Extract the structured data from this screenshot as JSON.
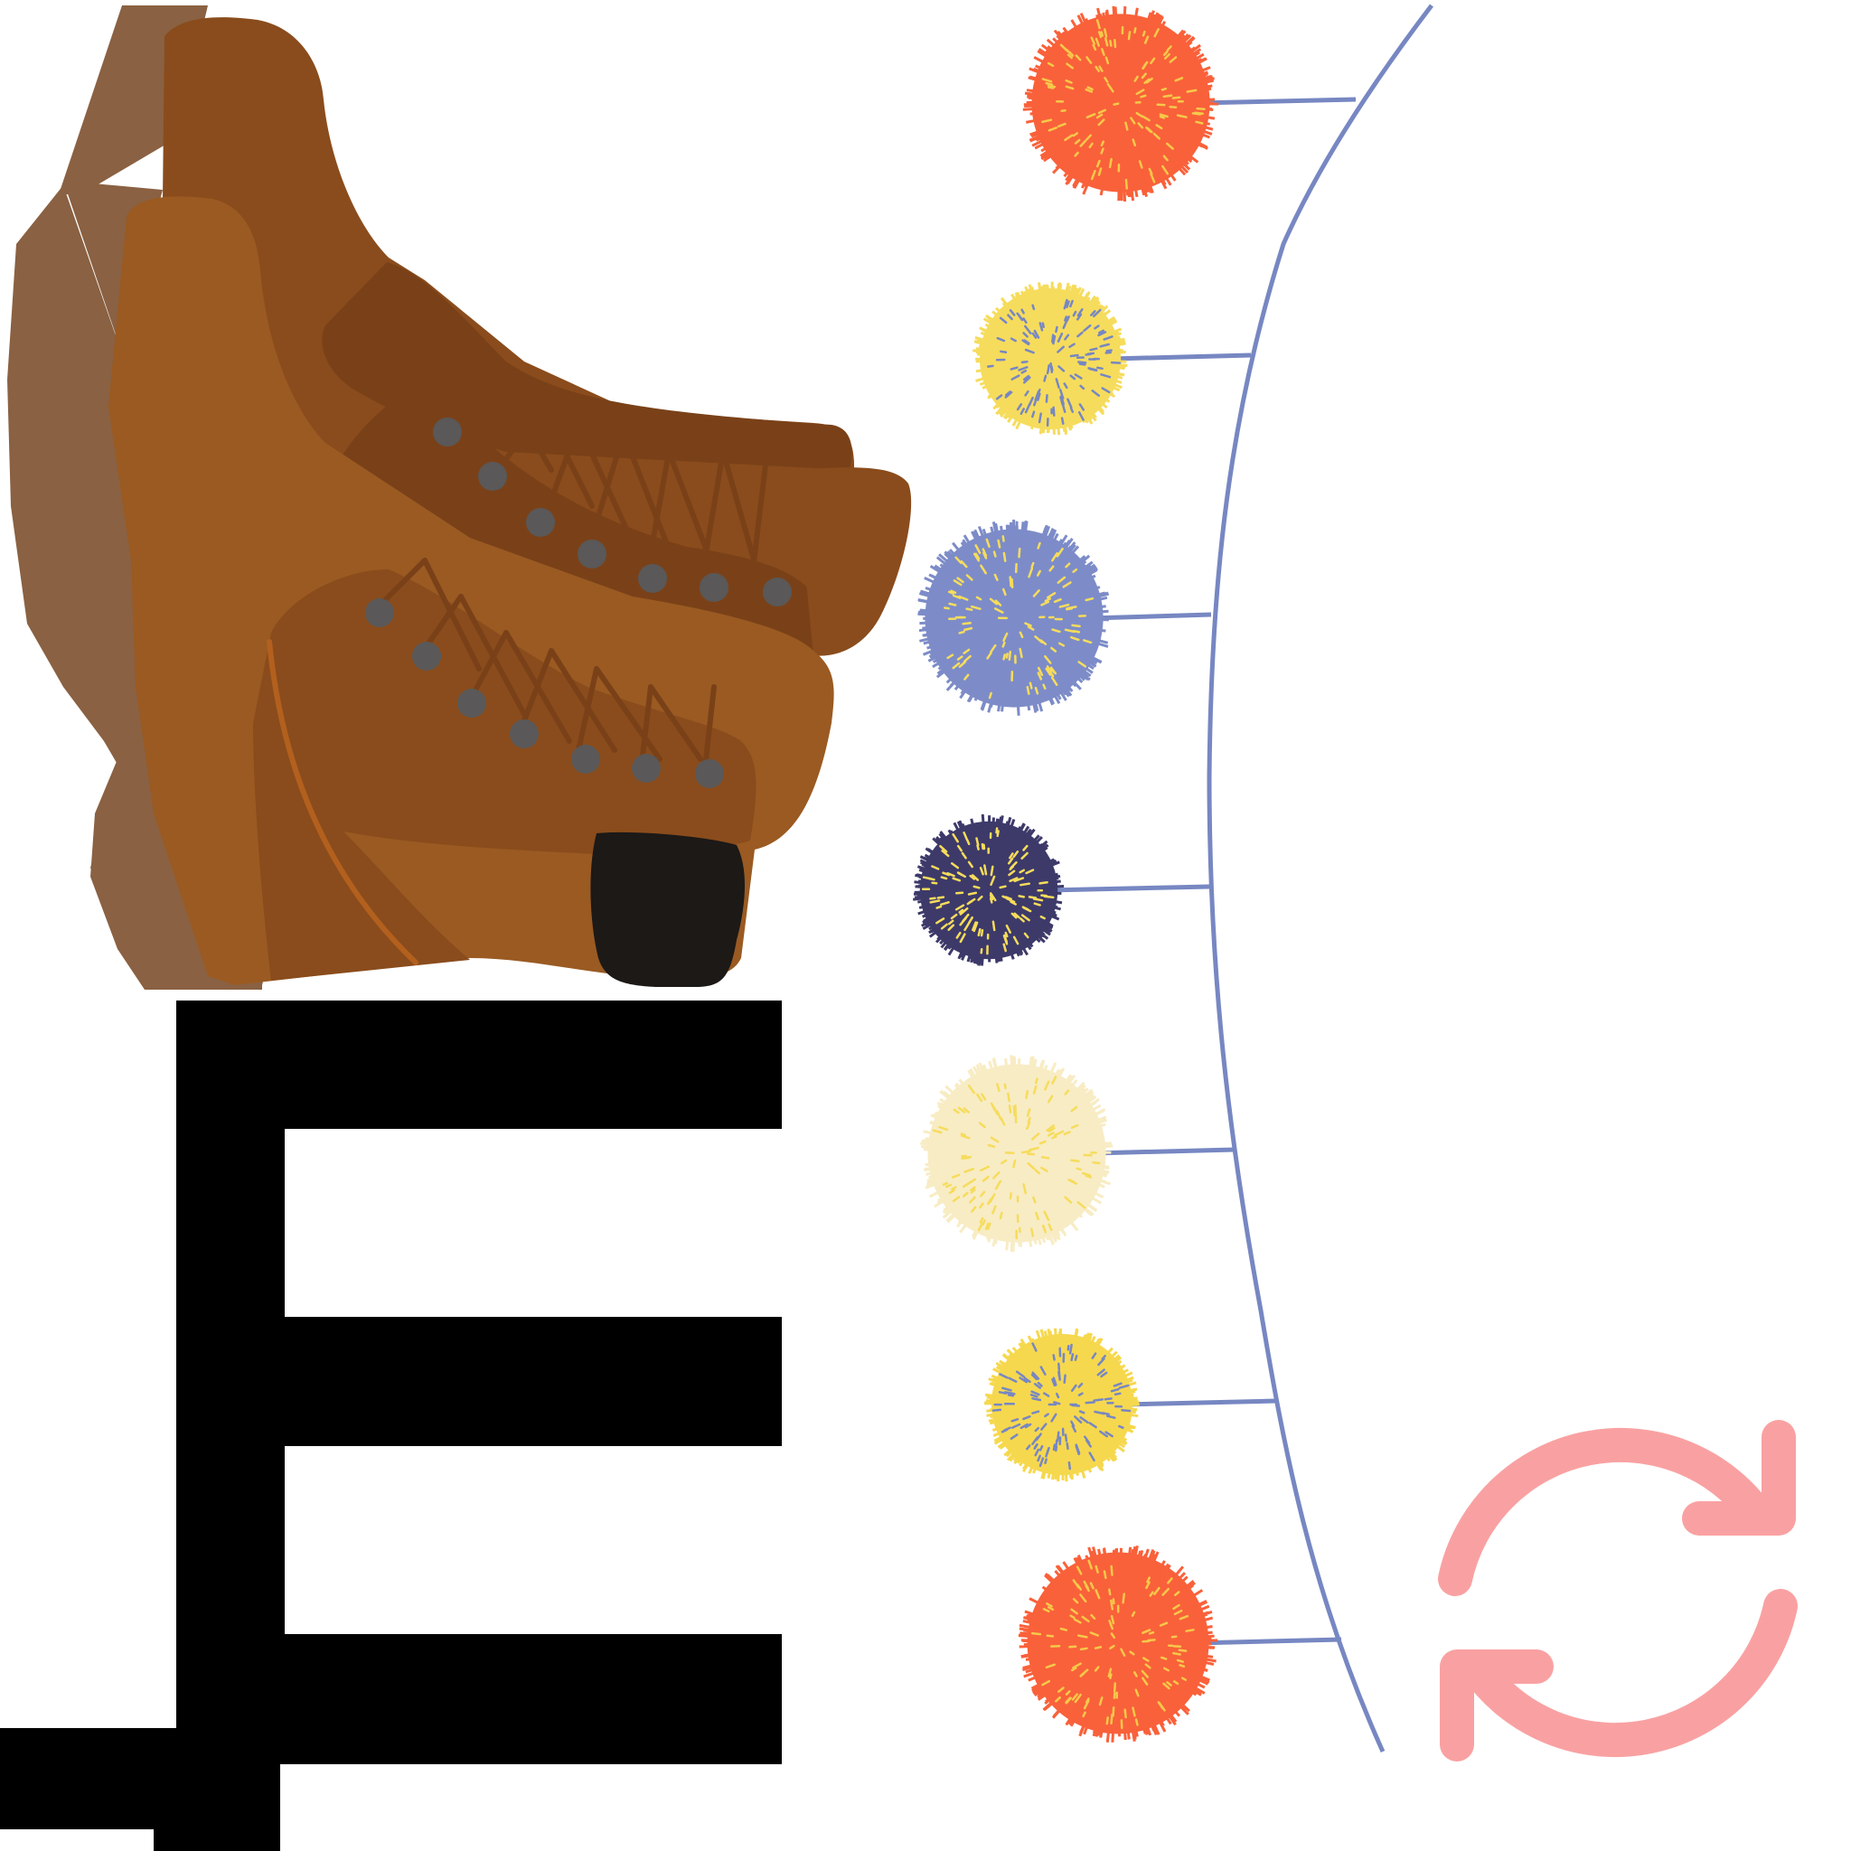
{
  "colors": {
    "background": "#ffffff",
    "glyph": "#000000",
    "boot_leather": "#9a5a22",
    "boot_leather_dark": "#8a4c1c",
    "boot_collar": "#7a4118",
    "boot_sole": "#8a6142",
    "boot_toe_cap": "#1c1917",
    "eyelet": "#5a5858",
    "string": "#7787c2",
    "refresh_icon": "#f9a1a2"
  },
  "icons": {
    "boots": "boots-illustration",
    "glyph": "ornate-E-glyph",
    "garland": "pompom-garland",
    "refresh": "refresh-icon"
  },
  "pompoms": [
    {
      "base": "#f9613a",
      "fleck": "#f6c84a"
    },
    {
      "base": "#f6dc5c",
      "fleck": "#7787c2"
    },
    {
      "base": "#7d8cc8",
      "fleck": "#f6dc5c"
    },
    {
      "base": "#3d3a6a",
      "fleck": "#f6dc5c"
    },
    {
      "base": "#f8ecc4",
      "fleck": "#f6dc5c"
    },
    {
      "base": "#f6d84e",
      "fleck": "#7787c2"
    },
    {
      "base": "#f9613a",
      "fleck": "#f6c84a"
    }
  ]
}
